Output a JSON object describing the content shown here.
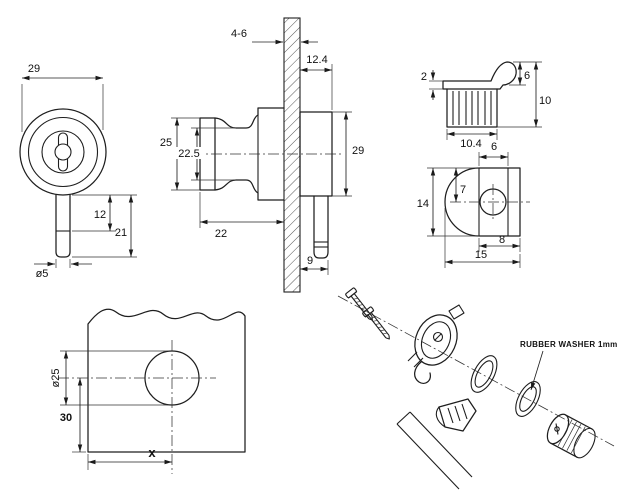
{
  "front_view": {
    "width": "29",
    "stem_offset": "12",
    "stem_length": "21",
    "stem_dia": "ø5"
  },
  "side_view": {
    "panel": "4-6",
    "rear_offset": "12.4",
    "front_dia": "25",
    "neck_dia": "22.5",
    "rear_dia": "29",
    "front_depth": "22",
    "stem": "9"
  },
  "clip_side": {
    "lip": "2",
    "hook": "6",
    "height": "10",
    "width": "10.4"
  },
  "clip_front": {
    "slot": "6",
    "hole_offset": "7",
    "height": "14",
    "side": "8",
    "width": "15"
  },
  "template": {
    "hole_dia": "ø25",
    "bottom_offset": "30",
    "x_dist": "x"
  },
  "assembly": {
    "washer_label": "RUBBER WASHER 1mm"
  }
}
